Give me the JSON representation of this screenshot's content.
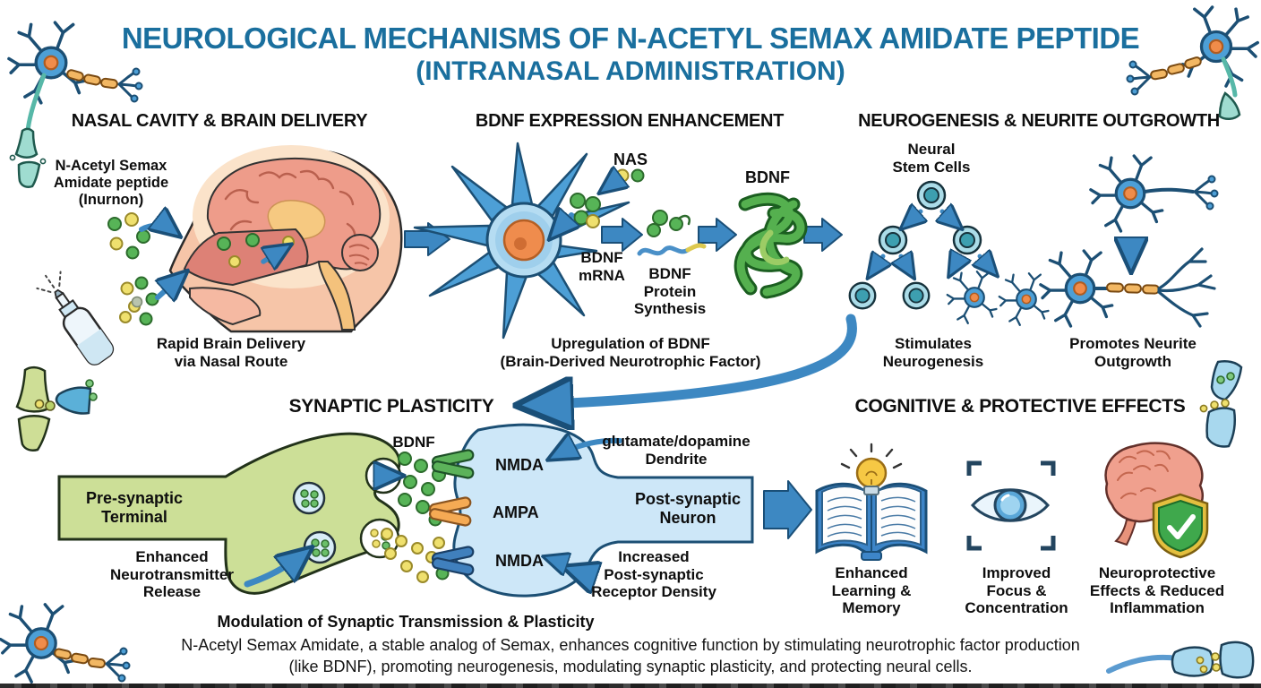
{
  "title": {
    "line1": "NEUROLOGICAL MECHANISMS OF N-ACETYL SEMAX AMIDATE PEPTIDE",
    "line2": "(INTRANASAL ADMINISTRATION)"
  },
  "panels": {
    "nasal": {
      "heading": "NASAL CAVITY & BRAIN DELIVERY",
      "peptide_label": "N-Acetyl Semax\nAmidate peptide\n(Inurnon)",
      "caption": "Rapid Brain Delivery\nvia Nasal Route",
      "icons": [
        "nasal-spray-icon",
        "head-cross-section-icon"
      ]
    },
    "bdnf": {
      "heading": "BDNF EXPRESSION ENHANCEMENT",
      "nas_label": "NAS",
      "mrna_label": "BDNF\nmRNA",
      "protein_synthesis_label": "BDNF\nProtein\nSynthesis",
      "bdnf_label": "BDNF",
      "caption": "Upregulation of BDNF\n(Brain-Derived Neurotrophic Factor)",
      "icons": [
        "neuron-icon",
        "bdnf-protein-icon"
      ]
    },
    "neurogenesis": {
      "heading": "NEUROGENESIS & NEURITE OUTGROWTH",
      "stem_cells_label": "Neural\nStem Cells",
      "caption_left": "Stimulates\nNeurogenesis",
      "caption_right": "Promotes Neurite\nOutgrowth",
      "icons": [
        "stem-cell-tree",
        "myelinated-neuron-icon"
      ]
    },
    "synaptic": {
      "heading": "SYNAPTIC PLASTICITY",
      "pre_synaptic_label": "Pre-synaptic\nTerminal",
      "release_label": "Enhanced\nNeurotransmitter\nRelease",
      "bdnf_label": "BDNF",
      "receptor_top": "NMDA",
      "receptor_mid": "AMPA",
      "receptor_bottom": "NMDA",
      "dendrite_label": "glutamate/dopamine\nDendrite",
      "post_synaptic_label": "Post-synaptic\nNeuron",
      "density_label": "Increased\nPost-synaptic\nReceptor Density",
      "caption": "Modulation of Synaptic Transmission & Plasticity",
      "icons": [
        "presynaptic-terminal",
        "postsynaptic-neuron",
        "vesicle-icon"
      ]
    },
    "cognitive": {
      "heading": "COGNITIVE & PROTECTIVE EFFECTS",
      "effect1": "Enhanced\nLearning &\nMemory",
      "effect2": "Improved\nFocus &\nConcentration",
      "effect3": "Neuroprotective\nEffects & Reduced\nInflammation",
      "icons": [
        "book-lightbulb-icon",
        "eye-focus-icon",
        "brain-shield-icon"
      ]
    }
  },
  "footer": {
    "line1": "N-Acetyl Semax Amidate, a stable analog of Semax, enhances cognitive function by stimulating neurotrophic factor production",
    "line2": "(like BDNF), promoting neurogenesis, modulating synaptic plasticity, and protecting neural cells."
  },
  "colors": {
    "title": "#1a6f9e",
    "arrow": "#3d88c2",
    "neuron_blue": "#4d9fd6",
    "nucleus_orange": "#f08c4a",
    "presynaptic_green": "#ccdf97",
    "postsynaptic_blue": "#cde7f8",
    "dot_green": "#57b457",
    "dot_yellow": "#efe06e",
    "myelin_orange": "#f2b763",
    "shield_green": "#3fa84c"
  }
}
